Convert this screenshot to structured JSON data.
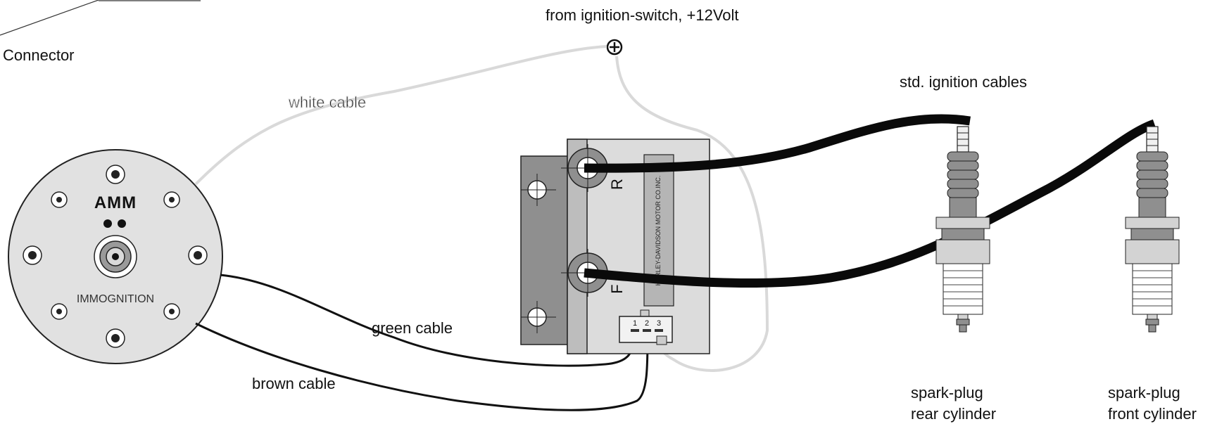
{
  "labels": {
    "connector": "Connector",
    "ignition_source": "from ignition-switch, +12Volt",
    "white_cable": "white cable",
    "std_cables": "std. ignition cables",
    "green_cable": "green cable",
    "brown_cable": "brown cable",
    "plug_rear_line1": "spark-plug",
    "plug_rear_line2": "rear cylinder",
    "plug_front_line1": "spark-plug",
    "plug_front_line2": "front cylinder"
  },
  "module": {
    "brand": "AMM",
    "name": "IMMOGNITION"
  },
  "coil": {
    "terminal_rear": "R",
    "terminal_front": "F",
    "maker_text": "HARLEY-DAVIDSON MOTOR CO.INC.",
    "pins": [
      "1",
      "2",
      "3"
    ]
  },
  "colors": {
    "white_cable": "#d9d9d9",
    "ignition_cable": "#0a0a0a",
    "module_body": "#e1e1e1",
    "coil_dark": "#8f8f8f",
    "coil_light": "#dcdcdc"
  }
}
